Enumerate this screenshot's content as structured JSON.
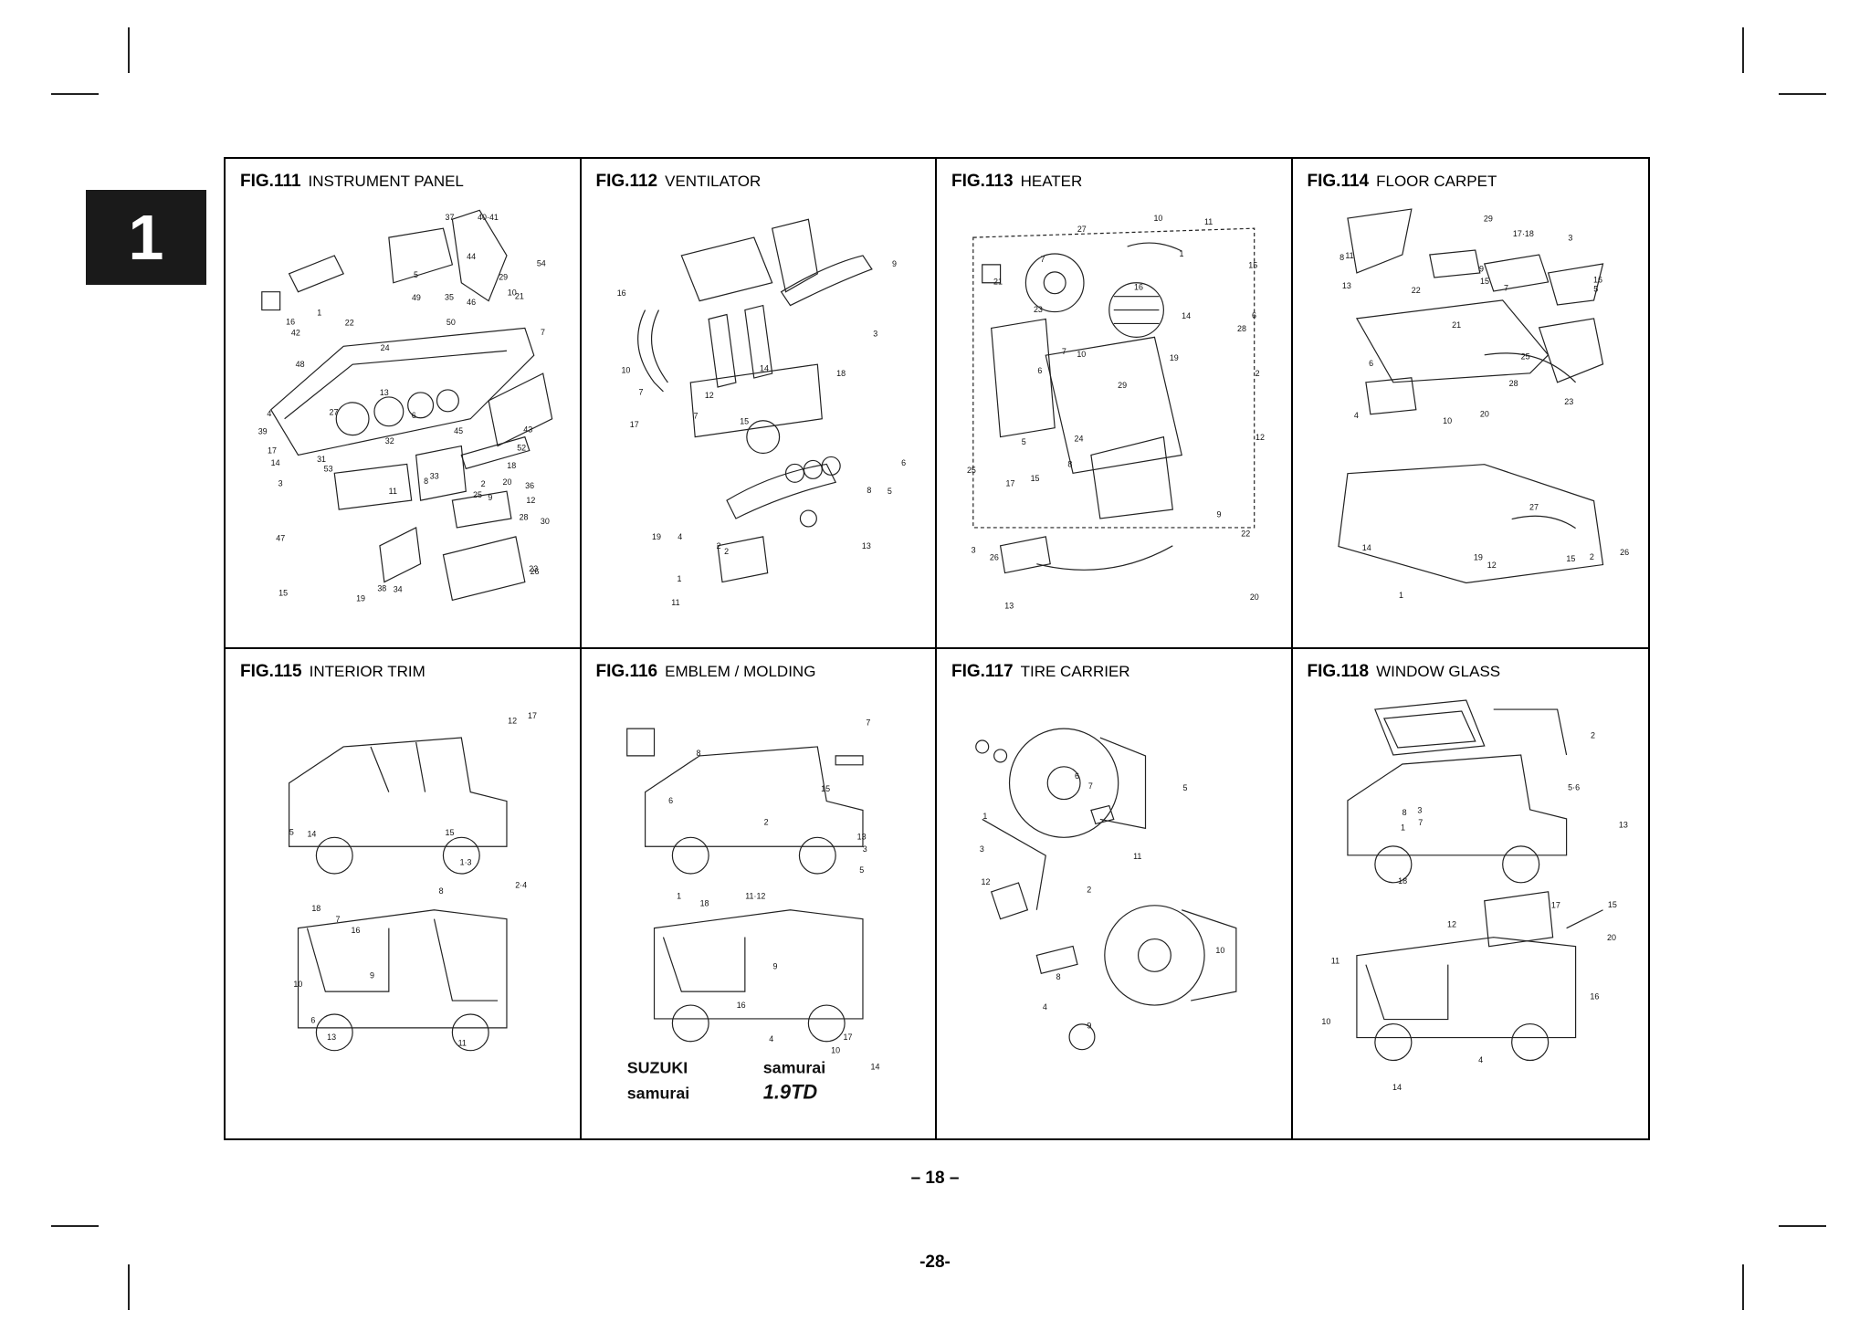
{
  "section_tab": "1",
  "page_number": "– 18 –",
  "sheet_number": "-28-",
  "figures": [
    {
      "num": "FIG.111",
      "title": "INSTRUMENT PANEL",
      "labels": [
        "4",
        "2",
        "52",
        "53",
        "54",
        "1",
        "40·41",
        "43",
        "24",
        "23",
        "7",
        "10",
        "3",
        "11",
        "29",
        "8",
        "44",
        "45",
        "46",
        "47",
        "25",
        "18",
        "21",
        "19",
        "22",
        "32",
        "20",
        "13",
        "16",
        "5",
        "6",
        "31",
        "9",
        "30",
        "15",
        "12",
        "17",
        "14",
        "27",
        "42",
        "34",
        "48",
        "49",
        "50",
        "36",
        "33",
        "26",
        "28",
        "37",
        "35",
        "38",
        "39"
      ]
    },
    {
      "num": "FIG.112",
      "title": "VENTILATOR",
      "labels": [
        "3",
        "6",
        "9",
        "7",
        "5",
        "4",
        "8",
        "11",
        "7",
        "14",
        "19",
        "15",
        "2",
        "17",
        "16",
        "18",
        "12",
        "2",
        "10",
        "1",
        "13"
      ]
    },
    {
      "num": "FIG.113",
      "title": "HEATER",
      "labels": [
        "1",
        "5",
        "25",
        "6",
        "28",
        "6",
        "2",
        "29",
        "17",
        "26",
        "7",
        "3",
        "10",
        "19",
        "23",
        "15",
        "22",
        "21",
        "24",
        "27",
        "20",
        "15",
        "10",
        "13",
        "9",
        "7",
        "12",
        "16",
        "8",
        "11",
        "14"
      ]
    },
    {
      "num": "FIG.114",
      "title": "FLOOR CARPET",
      "labels": [
        "12",
        "10",
        "13",
        "3",
        "2",
        "1",
        "11",
        "15",
        "26",
        "25",
        "19",
        "7",
        "16",
        "22",
        "21",
        "14",
        "15",
        "23",
        "27",
        "9",
        "8",
        "5",
        "28",
        "20",
        "4",
        "6",
        "29",
        "17·18"
      ]
    },
    {
      "num": "FIG.115",
      "title": "INTERIOR TRIM",
      "labels": [
        "9",
        "8",
        "10",
        "11",
        "2·4",
        "7",
        "6",
        "5",
        "12",
        "13",
        "1·3",
        "18",
        "14",
        "17",
        "15",
        "16"
      ]
    },
    {
      "num": "FIG.116",
      "title": "EMBLEM / MOLDING",
      "labels": [
        "1",
        "5",
        "6",
        "9",
        "7",
        "8",
        "18",
        "16",
        "15",
        "13",
        "14",
        "17",
        "11·12",
        "4",
        "3",
        "2",
        "10"
      ],
      "badges": [
        "SUZUKI",
        "samurai",
        "samurai",
        "1.9TD"
      ]
    },
    {
      "num": "FIG.117",
      "title": "TIRE CARRIER",
      "labels": [
        "1",
        "3",
        "4",
        "2",
        "10",
        "8",
        "7",
        "5",
        "11",
        "9",
        "12",
        "6"
      ]
    },
    {
      "num": "FIG.118",
      "title": "WINDOW GLASS",
      "labels": [
        "2",
        "1",
        "7",
        "8",
        "5·6",
        "3",
        "4",
        "11",
        "12",
        "13",
        "14",
        "15",
        "10",
        "17",
        "18",
        "16",
        "20"
      ]
    }
  ]
}
